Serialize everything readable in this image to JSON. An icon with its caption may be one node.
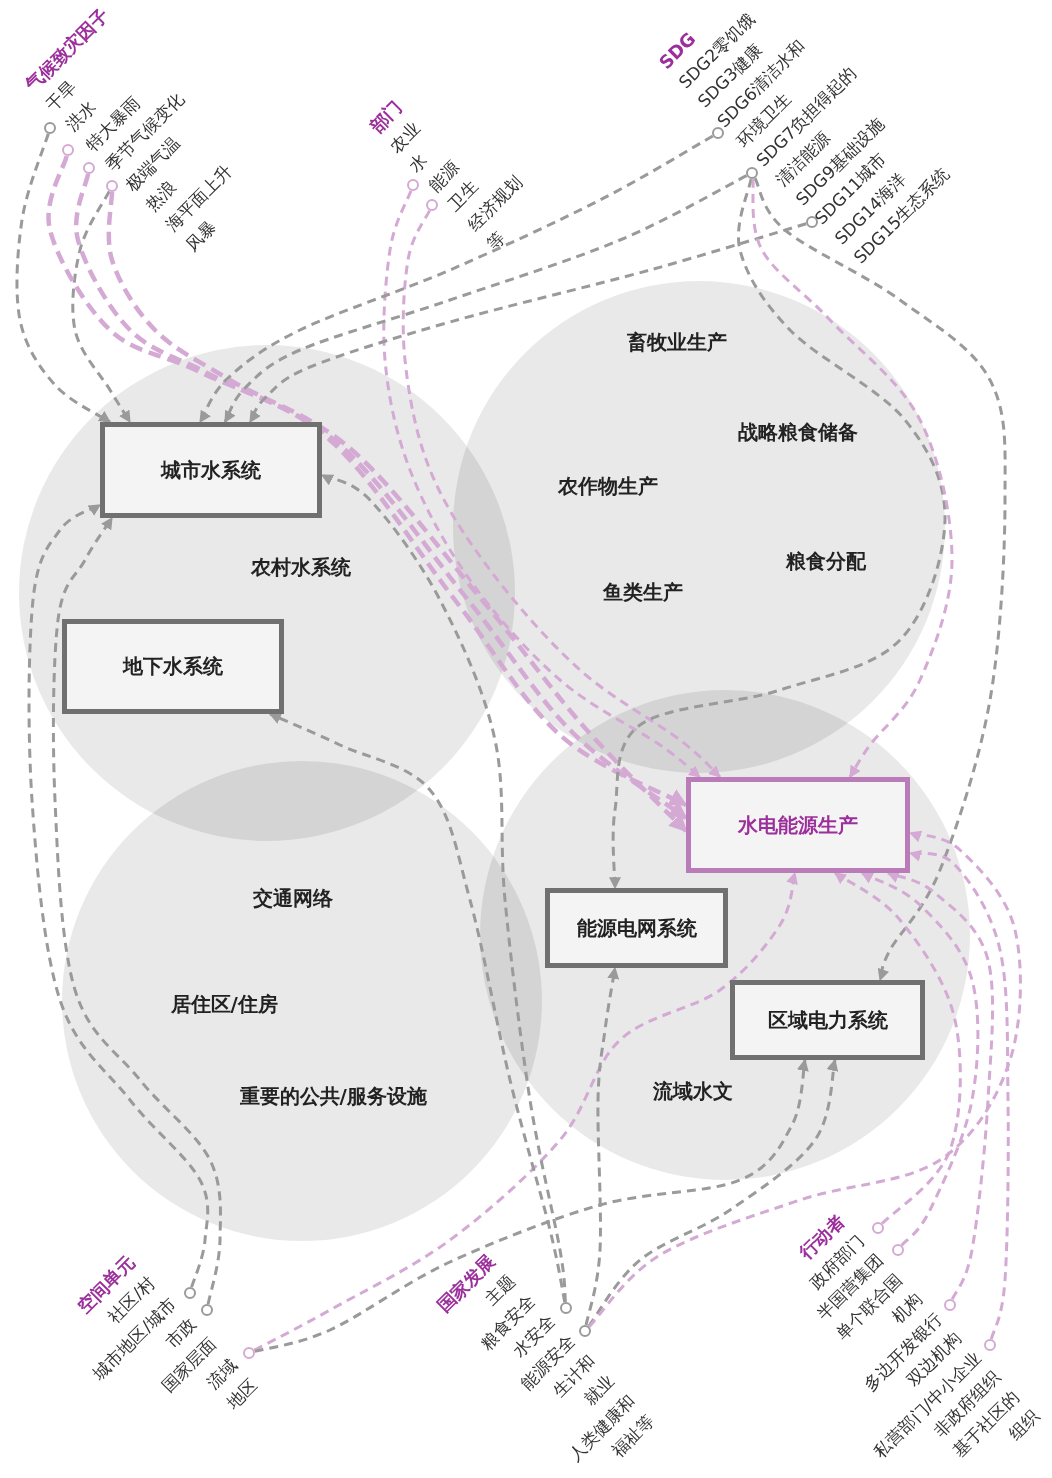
{
  "diagram": {
    "nodes": [
      {
        "text": [
          "城市水系统"
        ]
      },
      {
        "text": [
          "地下水系统"
        ]
      },
      {
        "text": [
          "水电能源生产"
        ]
      },
      {
        "text": [
          "能源电网系统"
        ]
      },
      {
        "text": [
          "区域电力系统"
        ]
      },
      {
        "text": [],
        "shape": "circle"
      },
      {
        "text": [],
        "shape": "circle"
      },
      {
        "text": [],
        "shape": "circle"
      },
      {
        "text": [],
        "shape": "circle"
      },
      {
        "text": [],
        "shape": "circle"
      },
      {
        "text": [],
        "shape": "circle"
      },
      {
        "text": [],
        "shape": "circle"
      },
      {
        "text": [],
        "shape": "circle"
      },
      {
        "text": [],
        "shape": "circle"
      },
      {
        "text": [],
        "shape": "circle"
      },
      {
        "text": [],
        "shape": "circle"
      },
      {
        "text": [],
        "shape": "circle"
      },
      {
        "text": [],
        "shape": "circle"
      },
      {
        "text": [],
        "shape": "circle"
      },
      {
        "text": [],
        "shape": "circle"
      },
      {
        "text": [],
        "shape": "circle"
      },
      {
        "text": [],
        "shape": "circle"
      },
      {
        "text": [],
        "shape": "circle"
      }
    ],
    "edges": [
      {
        "from": 5,
        "to": 0,
        "arrow": "to"
      },
      {
        "from": 8,
        "to": 0,
        "arrow": "to"
      },
      {
        "from": 6,
        "to": 2,
        "arrow": "to",
        "color": "#d4aad4"
      },
      {
        "from": 7,
        "to": 2,
        "arrow": "to",
        "color": "#d4aad4"
      },
      {
        "from": 8,
        "to": 2,
        "arrow": "to",
        "color": "#d4aad4"
      },
      {
        "from": 9,
        "to": 2,
        "arrow": "to",
        "color": "#d4aad4"
      },
      {
        "from": 10,
        "to": 2,
        "arrow": "to",
        "color": "#d4aad4"
      },
      {
        "from": 11,
        "to": 0,
        "arrow": "to"
      },
      {
        "from": 12,
        "to": 0,
        "arrow": "to"
      },
      {
        "from": 13,
        "to": 0,
        "arrow": "to"
      },
      {
        "from": 12,
        "to": 3,
        "arrow": "to"
      },
      {
        "from": 12,
        "to": 4,
        "arrow": "to"
      },
      {
        "from": 12,
        "to": 2,
        "arrow": "to",
        "color": "#d4aad4"
      },
      {
        "from": 14,
        "to": 0,
        "arrow": "to"
      },
      {
        "from": 15,
        "to": 0,
        "arrow": "to"
      },
      {
        "from": 16,
        "to": 2,
        "arrow": "to",
        "color": "#d4aad4"
      },
      {
        "from": 16,
        "to": 4,
        "arrow": "to"
      },
      {
        "from": 17,
        "to": 0,
        "arrow": "to"
      },
      {
        "from": 17,
        "to": 1,
        "arrow": "to"
      },
      {
        "from": 18,
        "to": 3,
        "arrow": "to"
      },
      {
        "from": 18,
        "to": 4,
        "arrow": "to"
      },
      {
        "from": 18,
        "to": 2,
        "arrow": "to",
        "color": "#d4aad4"
      },
      {
        "from": 19,
        "to": 2,
        "arrow": "to",
        "color": "#d4aad4"
      },
      {
        "from": 20,
        "to": 2,
        "arrow": "to",
        "color": "#d4aad4"
      },
      {
        "from": 21,
        "to": 2,
        "arrow": "to",
        "color": "#d4aad4"
      },
      {
        "from": 22,
        "to": 2,
        "arrow": "to",
        "color": "#d4aad4"
      }
    ],
    "labels": [
      "气候致灾因子",
      "干旱",
      "洪水",
      "特大暴雨",
      "季节气候变化",
      "极端气温",
      "热浪",
      "海平面上升",
      "风暴",
      "部门",
      "农业",
      "水",
      "能源",
      "卫生",
      "经济规划",
      "等",
      "SDG",
      "SDG2零饥饿",
      "SDG3健康",
      "SDG6清洁水和环境卫生",
      "SDG7负担得起的清洁能源",
      "SDG9基础设施",
      "SDG11城市",
      "SDG14海洋",
      "SDG15生态系统",
      "畜牧业生产",
      "战略粮食储备",
      "农作物生产",
      "农村水系统",
      "粮食分配",
      "鱼类生产",
      "交通网络",
      "居住区/住房",
      "重要的公共/服务设施",
      "流域水文",
      "空间单元",
      "社区/村",
      "城市地区/城市",
      "市政",
      "国家层面",
      "流域",
      "地区",
      "国家发展",
      "主题",
      "粮食安全",
      "水安全",
      "能源安全",
      "生计和就业",
      "人类健康和福祉等",
      "行动者",
      "政府部门",
      "半国营集团",
      "单个联合国机构",
      "多边开发银行",
      "双边机构",
      "私营部门/中小企业",
      "非政府组织",
      "基于社区的组织"
    ]
  }
}
